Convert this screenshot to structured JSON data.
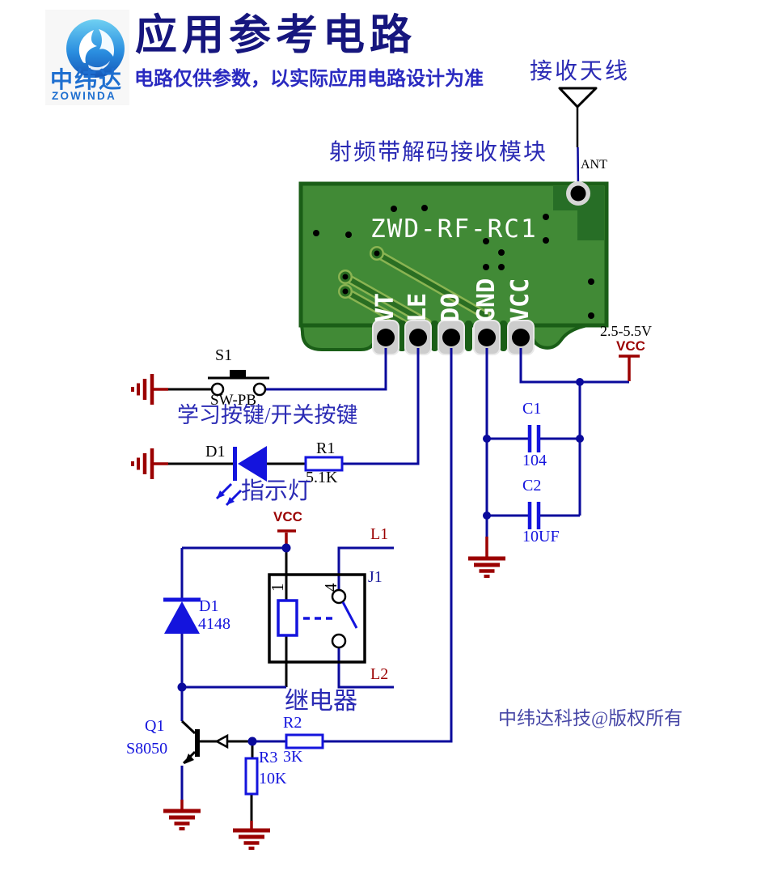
{
  "header": {
    "logo_cn": "中纬达",
    "logo_en": "ZOWINDA",
    "title": "应用参考电路",
    "subtitle": "电路仅供参数，以实际应用电路设计为准"
  },
  "antenna": {
    "label": "接收天线",
    "pin": "ANT"
  },
  "module": {
    "caption": "射频带解码接收模块",
    "silkscreen": "ZWD-RF-RC1",
    "pins": [
      "VT",
      "LE",
      "DO",
      "GND",
      "VCC"
    ]
  },
  "power": {
    "voltage_range": "2.5-5.5V",
    "vcc_label": "VCC"
  },
  "learn_button": {
    "ref": "S1",
    "part": "SW-PB",
    "caption": "学习按键/开关按键"
  },
  "indicator": {
    "led_ref": "D1",
    "caption": "指示灯",
    "resistor_ref": "R1",
    "resistor_value": "5.1K"
  },
  "filter_caps": {
    "c1_ref": "C1",
    "c1_value": "104",
    "c2_ref": "C2",
    "c2_value": "10UF"
  },
  "relay_circuit": {
    "vcc_label": "VCC",
    "diode_ref": "D1",
    "diode_value": "4148",
    "relay_ref": "J1",
    "coil_pin": "1",
    "contact_pin": "4",
    "line1": "L1",
    "line2": "L2",
    "caption": "继电器",
    "transistor_ref": "Q1",
    "transistor_value": "S8050",
    "r2_ref": "R2",
    "r2_value": "3K",
    "r3_ref": "R3",
    "r3_value": "10K"
  },
  "footer": {
    "copyright": "中纬达科技@版权所有"
  },
  "colors": {
    "wire": "#0a0a9c",
    "component": "#1414dd",
    "power": "#9b0000",
    "label_blue": "#2a2ab4",
    "title": "#16167e",
    "subtitle": "#2a2ac0",
    "board": "#418a36",
    "board_border": "#1a5e17",
    "board_dark": "#276e26",
    "trace": "#2a6e22",
    "trace_light": "#8ab452",
    "pad": "#cdcdcd",
    "copyright": "#4646a6",
    "logo": "#1e6fd0",
    "j1": "#16169a"
  }
}
